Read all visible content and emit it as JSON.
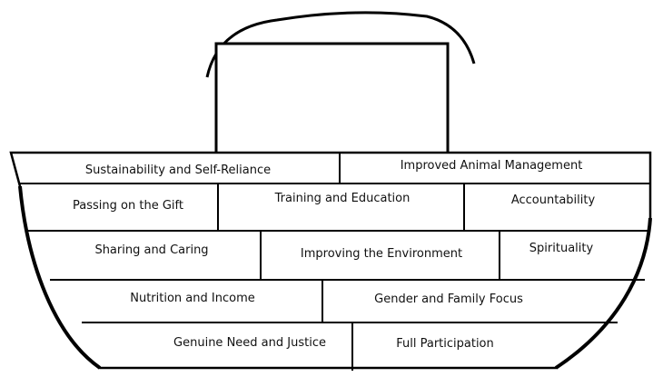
{
  "diagram": {
    "rows": [
      {
        "blocks": [
          {
            "id": "sustainability",
            "label": "Sustainability and Self-Reliance"
          },
          {
            "id": "animal-management",
            "label": "Improved Animal Management"
          }
        ]
      },
      {
        "blocks": [
          {
            "id": "passing-gift",
            "label": "Passing on the Gift"
          },
          {
            "id": "training",
            "label": "Training and Education"
          },
          {
            "id": "accountability",
            "label": "Accountability"
          }
        ]
      },
      {
        "blocks": [
          {
            "id": "sharing",
            "label": "Sharing and Caring"
          },
          {
            "id": "environment",
            "label": "Improving the Environment"
          },
          {
            "id": "spirituality",
            "label": "Spirituality"
          }
        ]
      },
      {
        "blocks": [
          {
            "id": "nutrition",
            "label": "Nutrition and Income"
          },
          {
            "id": "gender",
            "label": "Gender and Family Focus"
          }
        ]
      },
      {
        "blocks": [
          {
            "id": "need-justice",
            "label": "Genuine Need and Justice"
          },
          {
            "id": "participation",
            "label": "Full Participation"
          }
        ]
      }
    ]
  }
}
